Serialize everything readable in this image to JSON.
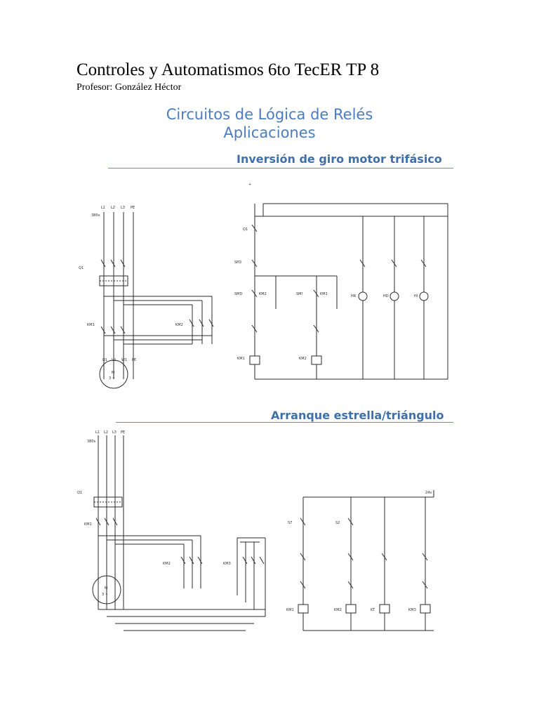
{
  "header": {
    "title": "Controles y Automatismos 6to TecER TP 8",
    "teacher": "Profesor: González Héctor"
  },
  "section": {
    "title_line1": "Circuitos de Lógica de Relés",
    "title_line2": "Aplicaciones"
  },
  "diagram1": {
    "heading": "Inversión de giro motor trifásico",
    "power": {
      "phases": [
        "L1",
        "L2",
        "L3",
        "PE"
      ],
      "voltage": "380v",
      "breaker": "Q1",
      "contactor_1": "KM1",
      "contactor_2": "KM2",
      "motor_terminals": [
        "U1",
        "V1",
        "W1",
        "PE"
      ],
      "motor_label": "M",
      "motor_spec": "3 ~"
    },
    "control": {
      "supply": "+",
      "stop": "SPD",
      "fuse": "Q1",
      "push_1": "SMD",
      "push_2": "SMI",
      "interlock_1": "KM2",
      "interlock_2": "KM1",
      "coil_1": "KM1",
      "coil_2": "KM2",
      "lamp_h1": "HR",
      "lamp_h2": "HD",
      "lamp_h3": "HI"
    }
  },
  "diagram2": {
    "heading": "Arranque estrella/triángulo",
    "power": {
      "phases": [
        "L1",
        "L2",
        "L3",
        "PE"
      ],
      "voltage": "380v",
      "breaker": "Q1",
      "contactor_main": "KM1",
      "contactor_star": "KM2",
      "contactor_delta": "KM3",
      "motor_label": "M",
      "motor_spec": "3 ~"
    },
    "control": {
      "supply": "24v",
      "stop": "S7",
      "start": "S2",
      "coil_1": "KM1",
      "coil_2": "KM2",
      "timer": "KT",
      "coil_3": "KM3"
    }
  },
  "colors": {
    "title_blue": "#4a7cc0",
    "heading_blue": "#3f6faa",
    "rule_blue": "#5b8fd6",
    "wire": "#2a2a2a"
  }
}
